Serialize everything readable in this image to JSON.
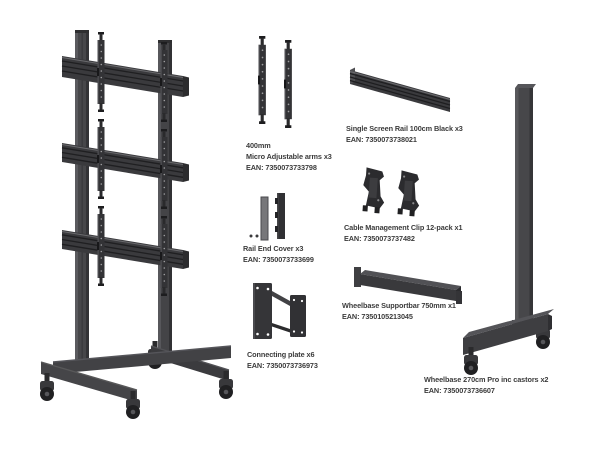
{
  "diagram": {
    "background": "#ffffff",
    "text_color": "#3b3b3b",
    "part_colors": {
      "dark": "#2e2e30",
      "mid": "#47474a",
      "light": "#77777a"
    }
  },
  "parts": {
    "micro_arms": {
      "size": "400mm",
      "title": "Micro Adjustable arms x3",
      "ean": "EAN: 7350073733798"
    },
    "single_rail": {
      "title": "Single Screen Rail 100cm Black x3",
      "ean": "EAN: 7350073738021"
    },
    "rail_end_cover": {
      "title": "Rail End Cover x3",
      "ean": "EAN: 7350073733699"
    },
    "cable_clip": {
      "title": "Cable Management Clip 12-pack x1",
      "ean": "EAN: 7350073737482"
    },
    "supportbar": {
      "title": "Wheelbase Supportbar 750mm x1",
      "ean": "EAN: 7350105213045"
    },
    "connecting_plate": {
      "title": "Connecting plate x6",
      "ean": "EAN: 7350073736973"
    },
    "wheelbase": {
      "title": "Wheelbase 270cm Pro inc castors x2",
      "ean": "EAN: 7350073736607"
    }
  }
}
